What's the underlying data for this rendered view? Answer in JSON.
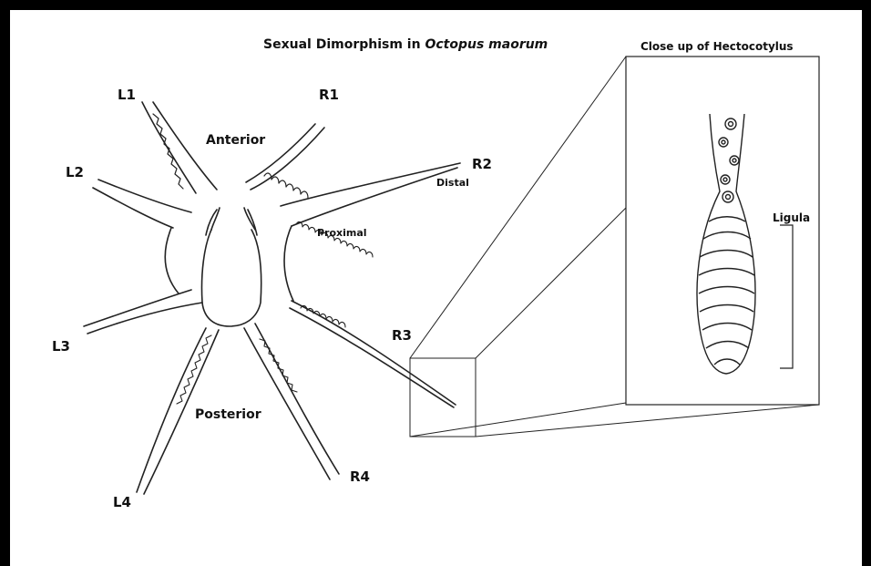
{
  "title": {
    "prefix": "Sexual Dimorphism in ",
    "species": "Octopus maorum"
  },
  "arms": {
    "l1": "L1",
    "l2": "L2",
    "l3": "L3",
    "l4": "L4",
    "r1": "R1",
    "r2": "R2",
    "r3": "R3",
    "r4": "R4"
  },
  "regions": {
    "anterior": "Anterior",
    "posterior": "Posterior",
    "proximal": "Proximal",
    "distal": "Distal"
  },
  "closeup": {
    "title": "Close up of Hectocotylus",
    "ligula": "Ligula"
  }
}
